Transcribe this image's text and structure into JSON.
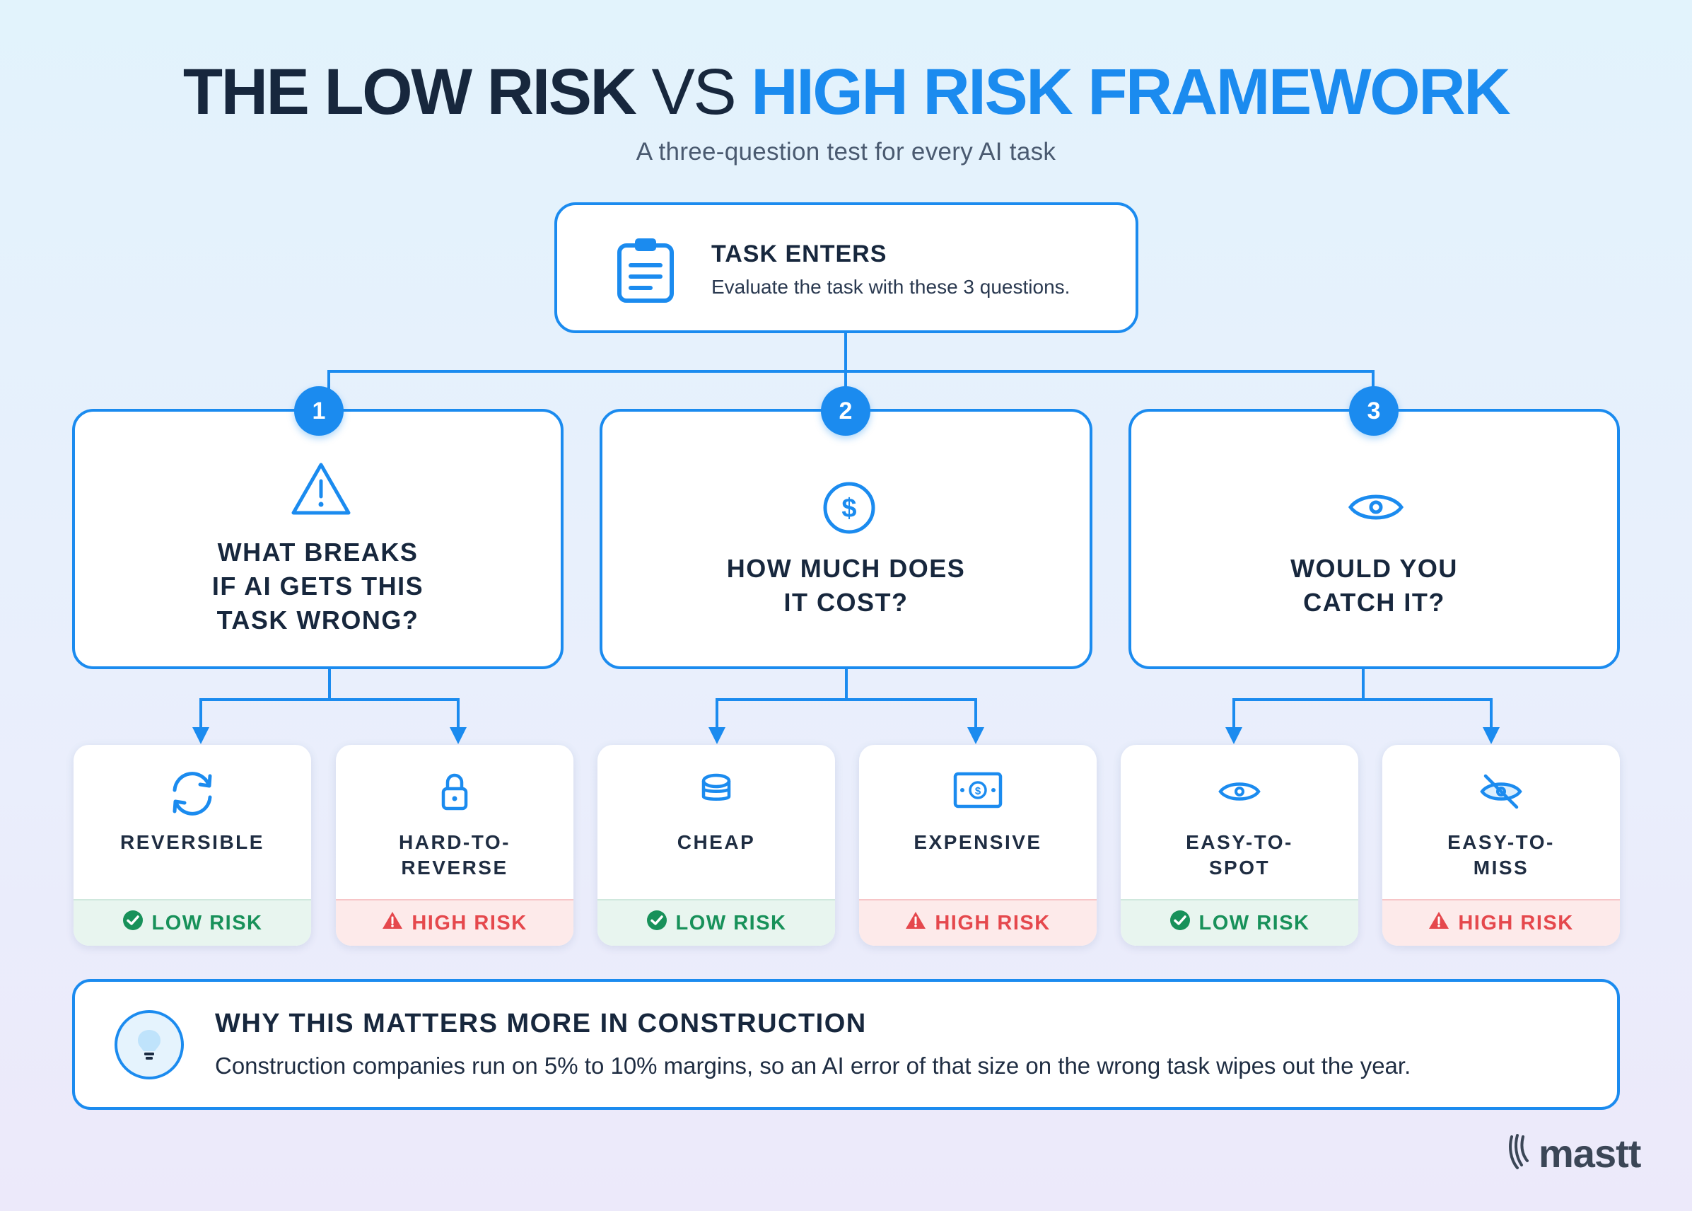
{
  "title": {
    "part1": "THE LOW RISK",
    "vs": "VS",
    "part2": "HIGH RISK FRAMEWORK"
  },
  "subtitle": "A three-question test for every AI task",
  "task": {
    "icon": "clipboard-icon",
    "title": "TASK ENTERS",
    "description": "Evaluate the task with these 3 questions."
  },
  "questions": [
    {
      "number": "1",
      "icon": "warning-triangle-icon",
      "lines": [
        "WHAT BREAKS",
        "IF AI GETS THIS",
        "TASK WRONG?"
      ]
    },
    {
      "number": "2",
      "icon": "dollar-coin-icon",
      "lines": [
        "HOW MUCH DOES",
        "IT COST?"
      ]
    },
    {
      "number": "3",
      "icon": "eye-icon",
      "lines": [
        "WOULD YOU",
        "CATCH IT?"
      ]
    }
  ],
  "outcomes": [
    {
      "icon": "refresh-icon",
      "lines": [
        "REVERSIBLE"
      ],
      "risk": "LOW RISK",
      "risk_icon": "check-circle-icon"
    },
    {
      "icon": "lock-icon",
      "lines": [
        "HARD-TO-",
        "REVERSE"
      ],
      "risk": "HIGH RISK",
      "risk_icon": "alert-triangle-icon"
    },
    {
      "icon": "coin-stack-icon",
      "lines": [
        "CHEAP"
      ],
      "risk": "LOW RISK",
      "risk_icon": "check-circle-icon"
    },
    {
      "icon": "banknote-icon",
      "lines": [
        "EXPENSIVE"
      ],
      "risk": "HIGH RISK",
      "risk_icon": "alert-triangle-icon"
    },
    {
      "icon": "eye-icon",
      "lines": [
        "EASY-TO-",
        "SPOT"
      ],
      "risk": "LOW RISK",
      "risk_icon": "check-circle-icon"
    },
    {
      "icon": "eye-off-icon",
      "lines": [
        "EASY-TO-",
        "MISS"
      ],
      "risk": "HIGH RISK",
      "risk_icon": "alert-triangle-icon"
    }
  ],
  "banner": {
    "icon": "lightbulb-icon",
    "title": "WHY THIS MATTERS MORE IN CONSTRUCTION",
    "text": "Construction companies run on 5% to 10% margins, so an AI error of that size on the wrong task wipes out the year."
  },
  "logo": {
    "icon": "mastt-mark-icon",
    "text": "mastt"
  },
  "colors": {
    "accent": "#1b8bef",
    "heading": "#17273d",
    "low_risk": "#18915a",
    "low_risk_bg": "#e8f5ef",
    "high_risk": "#e5484d",
    "high_risk_bg": "#fdeaea"
  }
}
